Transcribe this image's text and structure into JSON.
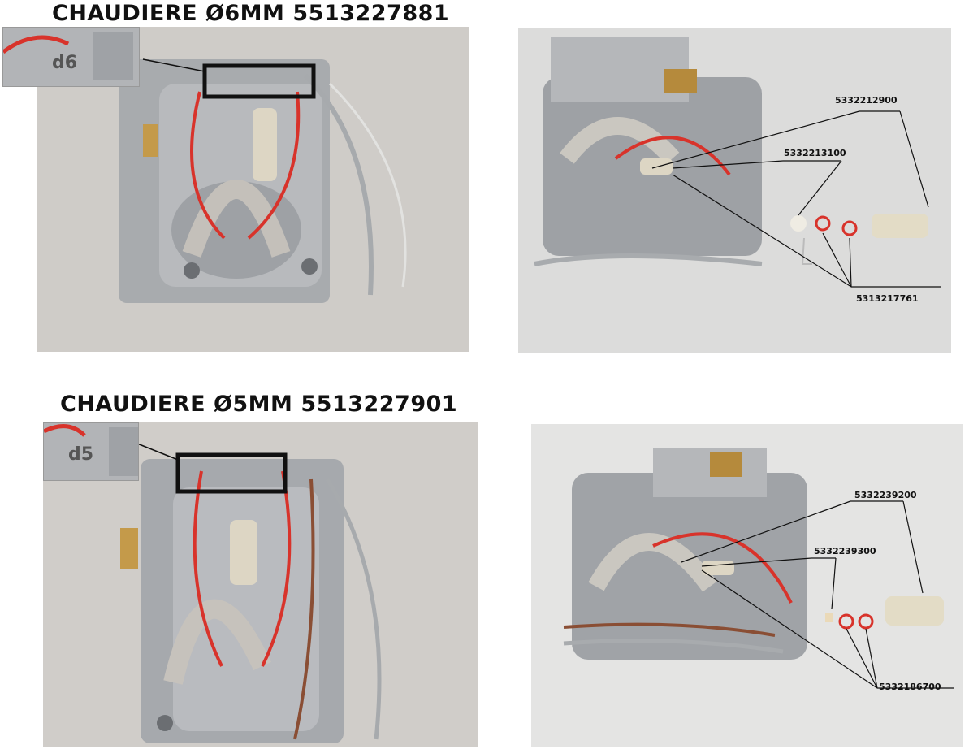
{
  "section1": {
    "title": "CHAUDIERE Ø6MM 5513227881",
    "inset_label": "d6"
  },
  "section2": {
    "title": "CHAUDIERE Ø5MM 5513227901",
    "inset_label": "d5"
  },
  "parts_top": [
    "5332212900",
    "5332213100",
    "5313217761"
  ],
  "parts_bottom": [
    "5332239200",
    "5332239300",
    "5332186700"
  ],
  "colors": {
    "wire_red": "#d8332b",
    "metal": "#a9adb2",
    "box": "#111111"
  }
}
